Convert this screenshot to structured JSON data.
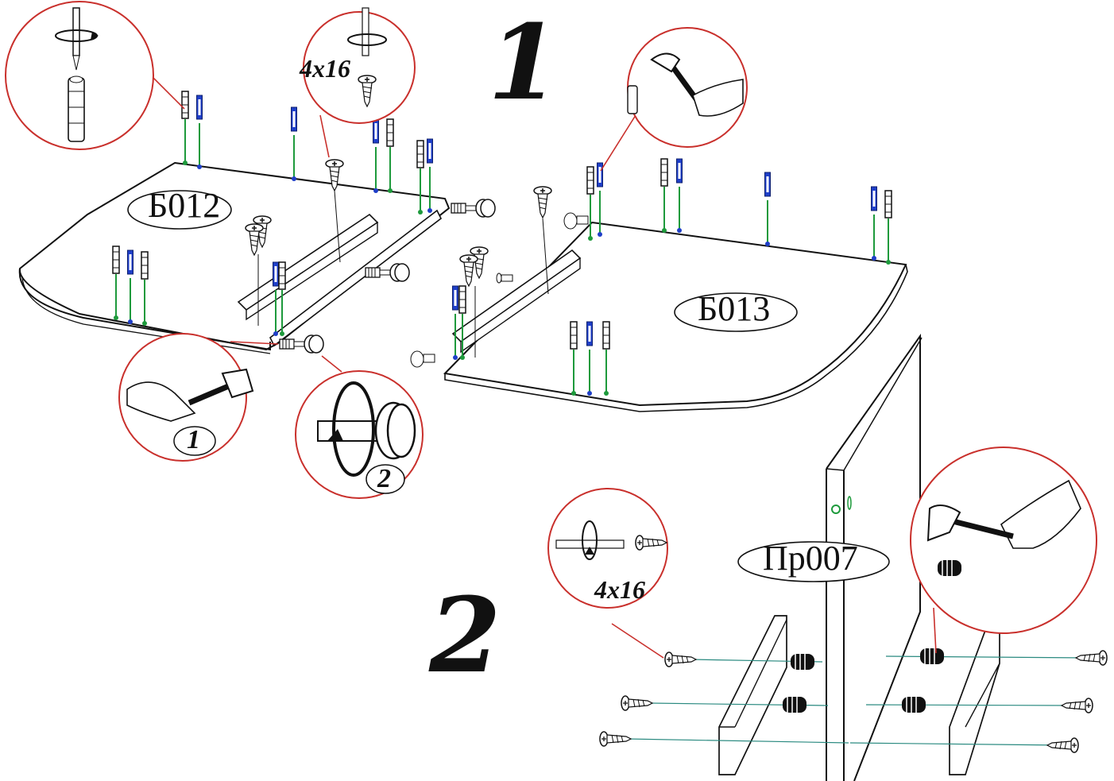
{
  "steps": {
    "one": "1",
    "two": "2"
  },
  "parts": {
    "top_left": "Б012",
    "top_right": "Б013",
    "side": "Пр007"
  },
  "screws": {
    "callout_top": "4x16",
    "callout_right": "4x16"
  },
  "substeps": {
    "a": "1",
    "b": "2"
  },
  "colors": {
    "callout": "#c9302c",
    "dowel_green": "#1e9a3c",
    "dowel_blue": "#1f3fc8",
    "line_teal": "#2a8a80",
    "ink": "#111111"
  },
  "icons": [
    "hammer-icon",
    "screwdriver-icon",
    "cam-lock-icon",
    "dowel-icon",
    "screw-icon",
    "insert-nut-icon",
    "rotate-arrow-icon"
  ]
}
